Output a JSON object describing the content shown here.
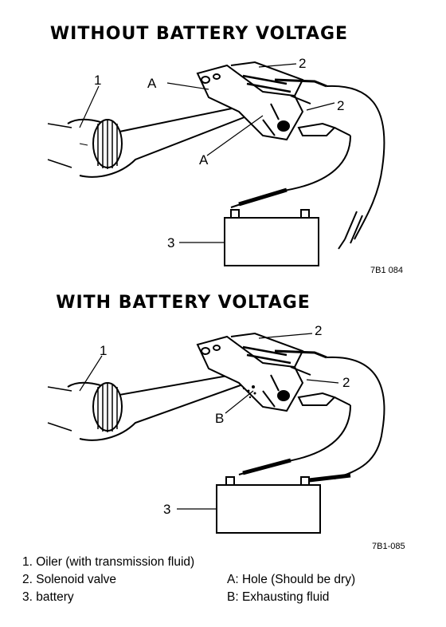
{
  "titles": {
    "top": "WITHOUT BATTERY VOLTAGE",
    "bottom": "WITH BATTERY VOLTAGE"
  },
  "figure_top": {
    "callout_1": "1",
    "callout_2a": "2",
    "callout_2b": "2",
    "callout_3": "3",
    "callout_A1": "A",
    "callout_A2": "A",
    "code": "7B1 084"
  },
  "figure_bottom": {
    "callout_1": "1",
    "callout_2a": "2",
    "callout_2b": "2",
    "callout_3": "3",
    "callout_B": "B",
    "code": "7B1-085"
  },
  "legend": {
    "item1": "1.  Oiler (with transmission fluid)",
    "item2": "2.  Solenoid valve",
    "item3": "3.  battery",
    "itemA": "A: Hole (Should be dry)",
    "itemB": "B: Exhausting fluid"
  }
}
